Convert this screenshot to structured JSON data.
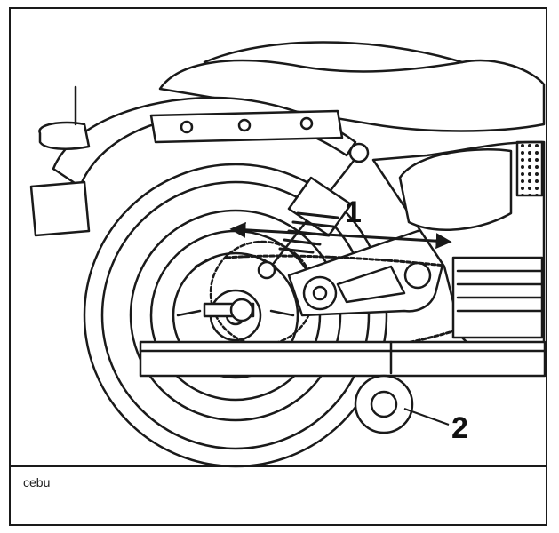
{
  "callouts": {
    "one": "1",
    "two": "2"
  },
  "caption": "cebu",
  "colors": {
    "ink": "#1a1a1a",
    "paper": "#ffffff",
    "shade": "#e6e6e6"
  }
}
